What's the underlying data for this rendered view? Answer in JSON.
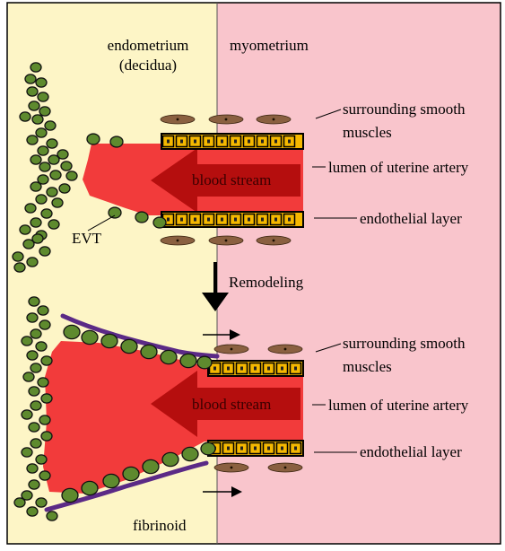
{
  "colors": {
    "endometrium_bg": "#fdf5c6",
    "myometrium_bg": "#f9c5cc",
    "blood": "#f23b3b",
    "blood_arrow": "#b50e0e",
    "cell_fill": "#5e8a2e",
    "endothelium": "#f5b800",
    "smooth_muscle": "#8a6040",
    "fibrinoid": "#5b2a86"
  },
  "labels": {
    "endometrium": "endometrium",
    "decidua": "(decidua)",
    "myometrium": "myometrium",
    "evt": "EVT",
    "remodeling": "Remodeling",
    "fibrinoid": "fibrinoid"
  },
  "top_panel": {
    "smooth_muscle_1": "surrounding smooth",
    "smooth_muscle_2": "muscles",
    "lumen": "lumen of uterine artery",
    "endothelial": "endothelial layer",
    "blood_stream": "blood stream"
  },
  "bottom_panel": {
    "smooth_muscle_1": "surrounding smooth",
    "smooth_muscle_2": "muscles",
    "lumen": "lumen of uterine artery",
    "endothelial": "endothelial layer",
    "blood_stream": "blood stream"
  }
}
